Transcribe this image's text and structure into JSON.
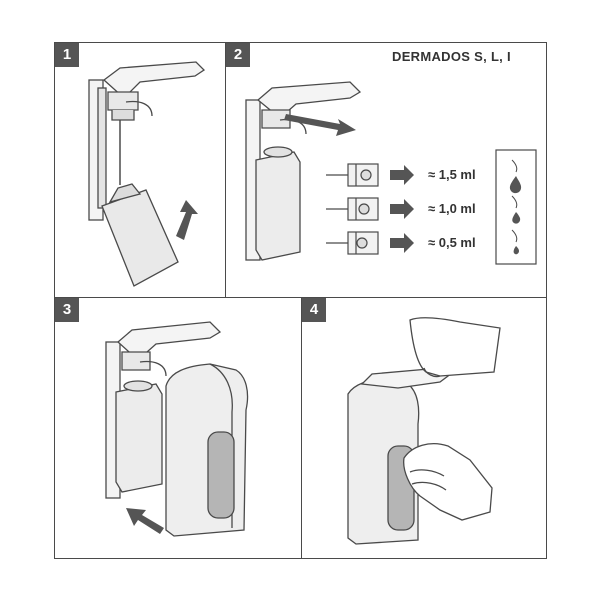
{
  "brand": "DERMADOS S, L, I",
  "panels": [
    {
      "number": "1",
      "step": "insert-bottle"
    },
    {
      "number": "2",
      "step": "set-dose"
    },
    {
      "number": "3",
      "step": "close-cover"
    },
    {
      "number": "4",
      "step": "dispense"
    }
  ],
  "doses": [
    "≈ 1,5 ml",
    "≈ 1,0 ml",
    "≈ 0,5 ml"
  ],
  "icons": [
    "arrow-icon",
    "drop-icon",
    "hand-icon"
  ],
  "colors": {
    "line": "#4a4a4a",
    "fill": "#ececec",
    "dark": "#555555",
    "window": "#b5b5b5"
  }
}
